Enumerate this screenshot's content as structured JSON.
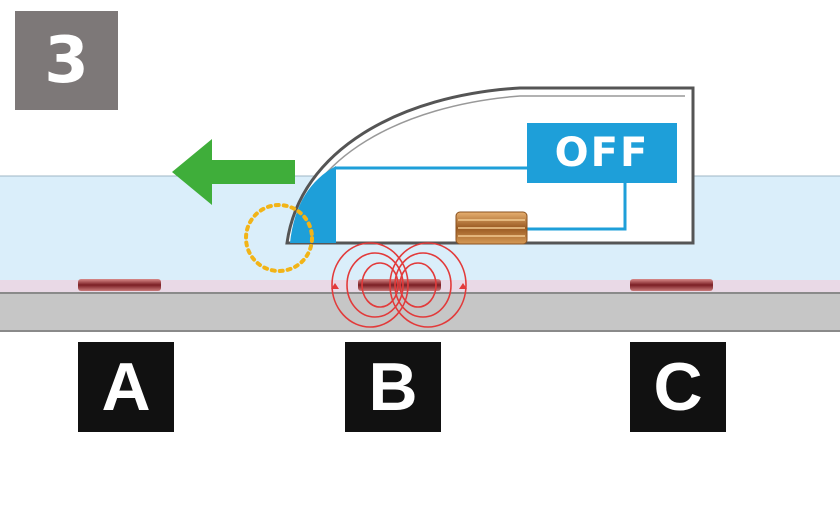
{
  "step_number": "3",
  "switch_state": "OFF",
  "coil_labels": [
    "A",
    "B",
    "C"
  ],
  "icons": {
    "direction": "arrow-left-icon",
    "field": "magnetic-field-loops-icon",
    "coil": "coil-icon",
    "detection": "dotted-circle-icon"
  },
  "colors": {
    "badge": "#7d7878",
    "guideway": "#daeefa",
    "rail": "#c9c9c9",
    "vehicle_outline": "#555555",
    "sensor": "#1e9fd9",
    "wire": "#1e9fd9",
    "arrow": "#3fae3a",
    "field_lines": "#e23a3a",
    "detection_circle": "#f2b417",
    "coil": "#b4733a",
    "letter_box": "#111111"
  }
}
